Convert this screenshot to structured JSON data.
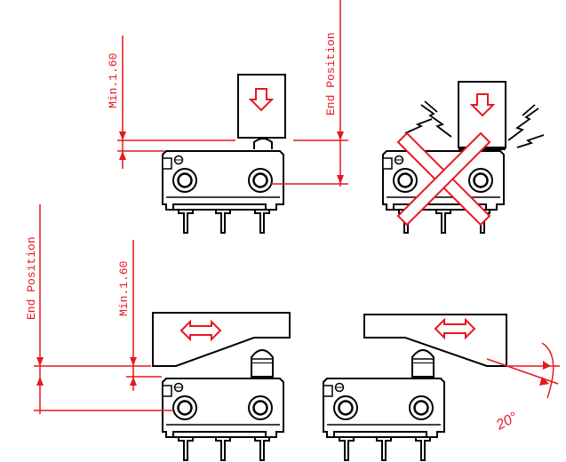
{
  "labels": {
    "min_top": "Min.1.60",
    "end_top": "End Position",
    "end_bottom": "End Position",
    "min_bottom": "Min.1.60",
    "angle": "20°"
  },
  "colors": {
    "line": "#000000",
    "accent": "#e8171f"
  },
  "icons": {
    "arrow_down": "arrow-down-icon",
    "arrow_lr": "arrow-left-right-icon",
    "spark": "spark-icon",
    "cross": "cross-mark-icon"
  }
}
